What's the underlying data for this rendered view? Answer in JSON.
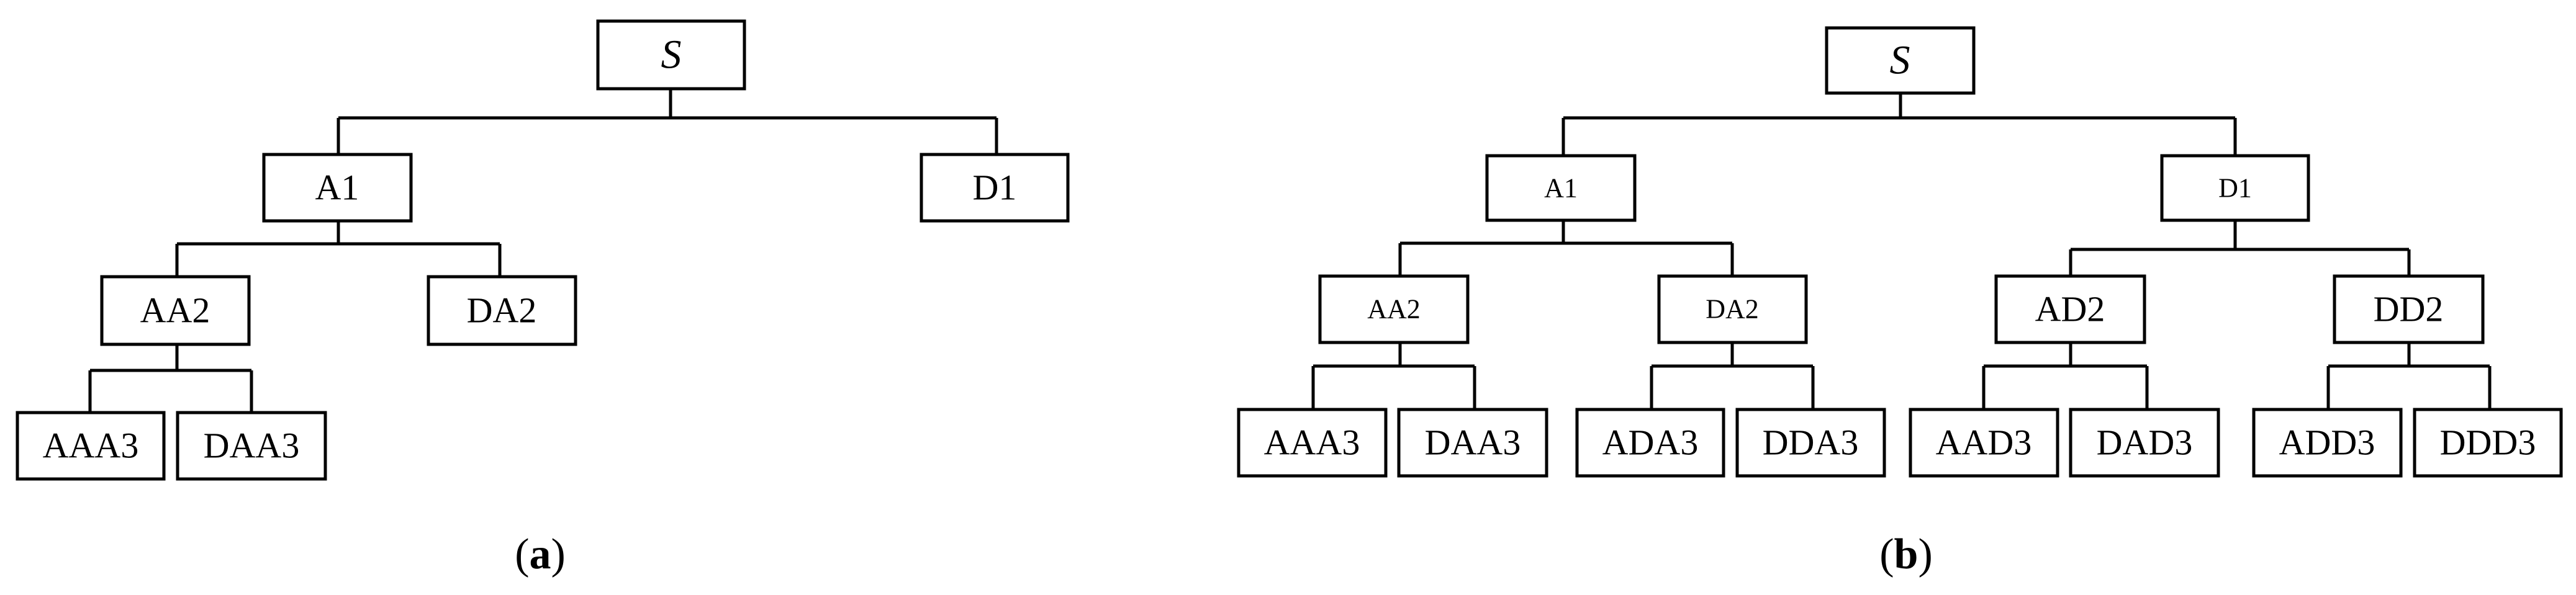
{
  "diagram_a": {
    "caption_open": "(",
    "caption_letter": "a",
    "caption_close": ")",
    "nodes": {
      "S": "S",
      "A1": "A1",
      "D1": "D1",
      "AA2": "AA2",
      "DA2": "DA2",
      "AAA3": "AAA3",
      "DAA3": "DAA3"
    }
  },
  "diagram_b": {
    "caption_open": "(",
    "caption_letter": "b",
    "caption_close": ")",
    "nodes": {
      "S": "S",
      "A1": "A1",
      "D1": "D1",
      "AA2": "AA2",
      "DA2": "DA2",
      "AD2": "AD2",
      "DD2": "DD2",
      "AAA3": "AAA3",
      "DAA3": "DAA3",
      "ADA3": "ADA3",
      "DDA3": "DDA3",
      "AAD3": "AAD3",
      "DAD3": "DAD3",
      "ADD3": "ADD3",
      "DDD3": "DDD3"
    }
  }
}
